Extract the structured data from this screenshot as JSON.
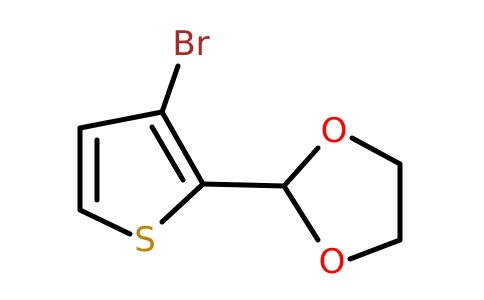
{
  "molecule": {
    "atoms": {
      "bromine": {
        "label": "Br",
        "color": "#a52a2a"
      },
      "sulfur": {
        "label": "S",
        "color": "#b8860b"
      },
      "oxygen_top": {
        "label": "O",
        "color": "#ff0000"
      },
      "oxygen_bottom": {
        "label": "O",
        "color": "#ff0000"
      }
    },
    "bond_color": "#000000"
  }
}
